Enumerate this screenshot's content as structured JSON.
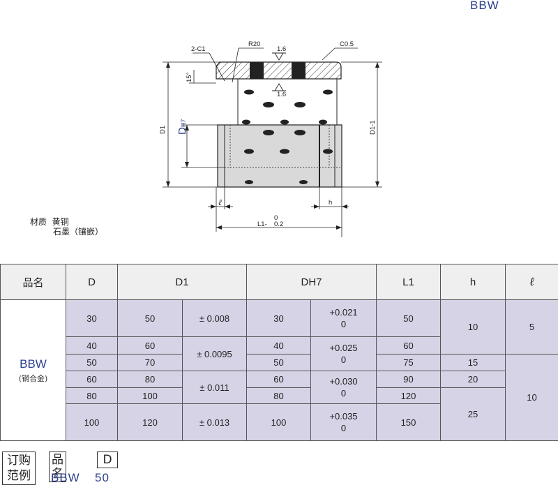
{
  "header": {
    "model": "BBW"
  },
  "drawing": {
    "labels": {
      "c1": "2-C1",
      "r20": "R20",
      "c05": "C0.5",
      "deg15": "15°",
      "d1": "D1",
      "dh7_main": "D",
      "dh7_sub": "H7",
      "d1_1": "D1-1",
      "ell": "ℓ",
      "h": "h",
      "l1": "L1-",
      "l1_tol_top": "0",
      "l1_tol_bottom": "0.2",
      "rough_top": "1.6",
      "rough_bottom": "1.6"
    }
  },
  "material": {
    "label": "材质",
    "value1": "黄铜",
    "value2": "石墨（镶嵌）"
  },
  "table": {
    "headers": {
      "name": "品名",
      "d": "D",
      "d1": "D1",
      "dh7": "DH7",
      "l1": "L1",
      "h": "h",
      "ell": "ℓ"
    },
    "product_name": "BBW",
    "product_sub": "(钢合金)",
    "rows": [
      {
        "d": "30",
        "d1": "50",
        "dh7": "30",
        "l1": "50"
      },
      {
        "d": "40",
        "d1": "60",
        "dh7": "40",
        "l1": "60"
      },
      {
        "d": "50",
        "d1": "70",
        "dh7": "50",
        "l1": "75"
      },
      {
        "d": "60",
        "d1": "80",
        "dh7": "60",
        "l1": "90"
      },
      {
        "d": "80",
        "d1": "100",
        "dh7": "80",
        "l1": "120"
      },
      {
        "d": "100",
        "d1": "120",
        "dh7": "100",
        "l1": "150"
      }
    ],
    "d1_tol": [
      "± 0.008",
      "± 0.0095",
      "± 0.011",
      "± 0.013"
    ],
    "dh7_tol": [
      {
        "upper": "+0.021",
        "lower": "0"
      },
      {
        "upper": "+0.025",
        "lower": "0"
      },
      {
        "upper": "+0.030",
        "lower": "0"
      },
      {
        "upper": "+0.035",
        "lower": "0"
      }
    ],
    "h": [
      "10",
      "15",
      "20",
      "25"
    ],
    "ell": [
      "5",
      "10"
    ]
  },
  "order_example": {
    "label_line1": "订购",
    "label_line2": "范例",
    "field1": "品名",
    "field2": "D",
    "value1": "BBW",
    "value2": "50"
  }
}
